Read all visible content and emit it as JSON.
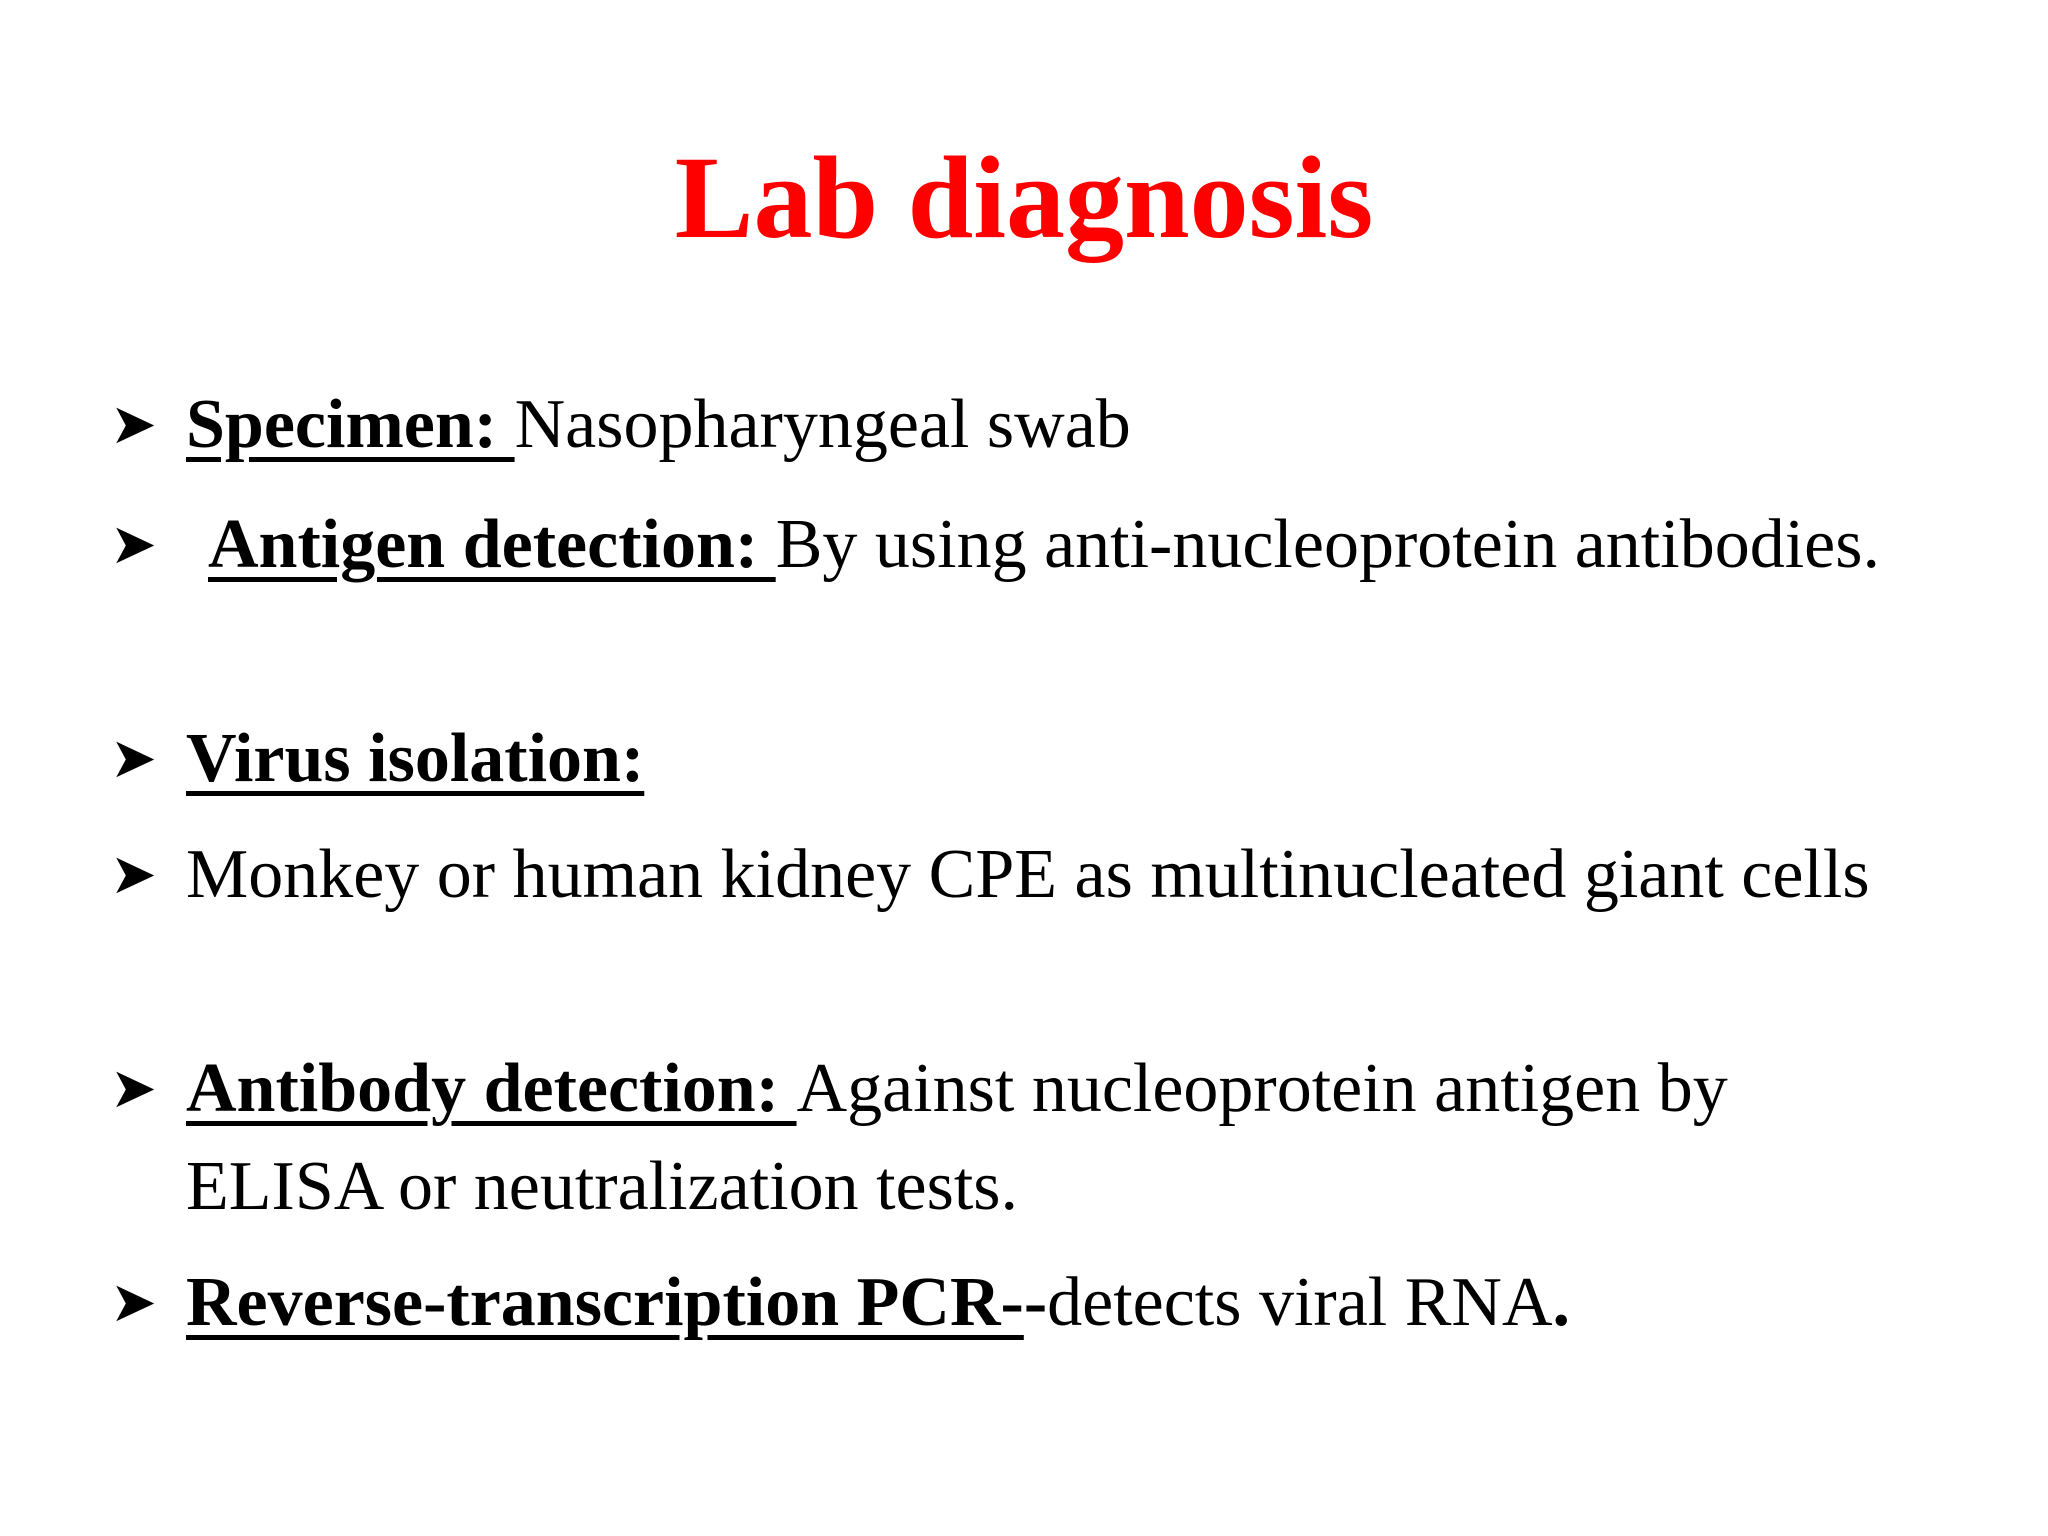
{
  "slide": {
    "title": "Lab diagnosis",
    "bullet_icon": "arrowhead-bullet-icon",
    "title_color": "#ff0000",
    "text_color": "#000000",
    "items": [
      {
        "label": "Specimen: ",
        "text": "Nasopharyngeal swab"
      },
      {
        "label": "Antigen detection: ",
        "text": "By using anti-nucleoprotein antibodies."
      },
      {
        "label": "Virus isolation:",
        "text": ""
      },
      {
        "label": "",
        "text": "Monkey or human kidney CPE as multinucleated giant cells"
      },
      {
        "label": "Antibody detection: ",
        "text": "Against nucleoprotein antigen by ELISA or neutralization tests."
      },
      {
        "label": "Reverse-transcription PCR-",
        "bold_suffix": "-",
        "text": "detects viral RNA",
        "end": "."
      }
    ]
  }
}
